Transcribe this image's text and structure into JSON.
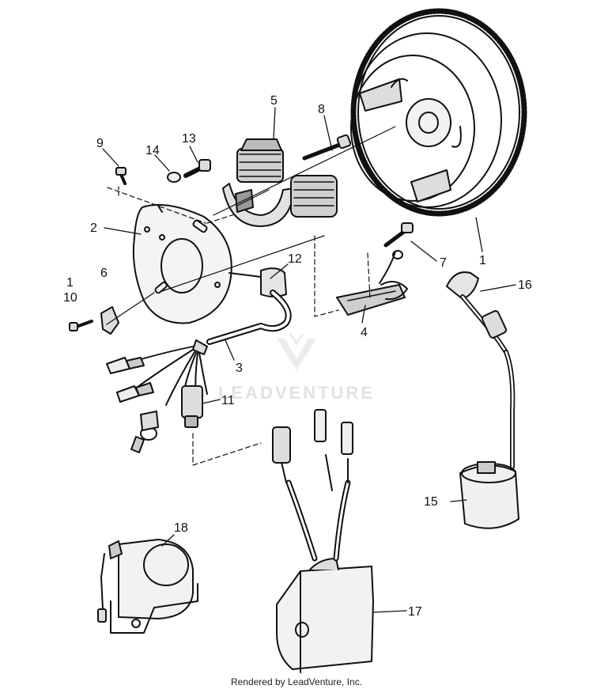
{
  "footer": {
    "text": "Rendered by LeadVenture, Inc."
  },
  "watermark": {
    "text": "LEADVENTURE"
  },
  "labels": {
    "l1_flywheel": "1",
    "l1_left": "1",
    "l2": "2",
    "l3": "3",
    "l4": "4",
    "l5": "5",
    "l6": "6",
    "l7": "7",
    "l8": "8",
    "l9": "9",
    "l10": "10",
    "l11": "11",
    "l12": "12",
    "l13": "13",
    "l14": "14",
    "l15": "15",
    "l16": "16",
    "l17": "17",
    "l18": "18"
  }
}
